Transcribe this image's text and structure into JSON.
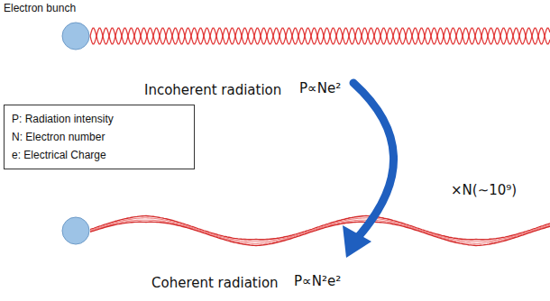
{
  "diagram": {
    "nodes": [
      {
        "text": [
          "P: Radiation intensity",
          "N: Electron number",
          "e: Electrical Charge"
        ]
      }
    ],
    "labels": [
      "Electron bunch",
      "Incoherent radiation",
      "P∝Ne²",
      "×N(∼10⁹)",
      "Coherent radiation",
      "P∝N²e²"
    ]
  }
}
